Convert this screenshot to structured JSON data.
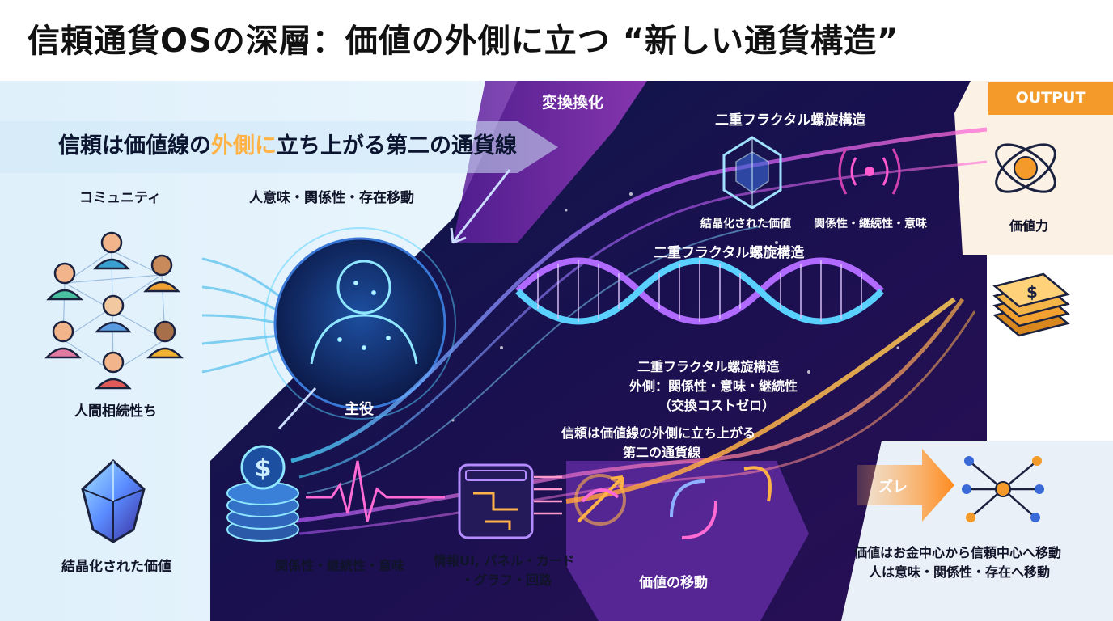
{
  "title": "信頼通貨OSの深層：価値の外側に立つ “新しい通貨構造”",
  "banner": {
    "part1": "信頼は価値線の",
    "part2": "外側に",
    "part3": "立ち上がる第二の通貨線"
  },
  "left": {
    "community_label": "コミュニティ",
    "community_caption": "人間相続性ち",
    "crystal_caption": "結晶化された価値"
  },
  "center": {
    "flow_label": "人意味・関係性・存在移動",
    "protagonist": "主役",
    "transform_tag": "変換換化"
  },
  "top_right": {
    "fractal_title": "二重フラクタル螺旋構造",
    "crystal_label": "結晶化された価値",
    "signal_label": "関係性・継続性・意味"
  },
  "helix": {
    "title": "二重フラクタル螺旋構造",
    "desc_title": "二重フラクタル螺旋構造",
    "desc_line1": "外側：関係性・意味・継続性",
    "desc_line2": "（交換コストゼロ）"
  },
  "mid": {
    "trust_line1": "信頼は価値線の外側に立ち上がる",
    "trust_line2": "第二の通貨線"
  },
  "bottom": {
    "coin_caption": "関係性・継続性・意味",
    "ui_caption_line1": "情報UI, パネル・カード",
    "ui_caption_line2": "・グラフ・回路",
    "value_move": "価値の移動"
  },
  "output": {
    "tag": "OUTPUT",
    "value_force": "価値力",
    "value_move": "価値の移動",
    "shift_tag": "ズレ",
    "conclusion_line1": "価値はお金中心から信頼中心へ移動",
    "conclusion_line2": "人は意味・関係性・存在へ移動"
  },
  "colors": {
    "navy": "#0a1030",
    "purple": "#7b2fb0",
    "orange": "#f39a2a",
    "cyan": "#4fd0ff",
    "magenta": "#d050d0"
  }
}
